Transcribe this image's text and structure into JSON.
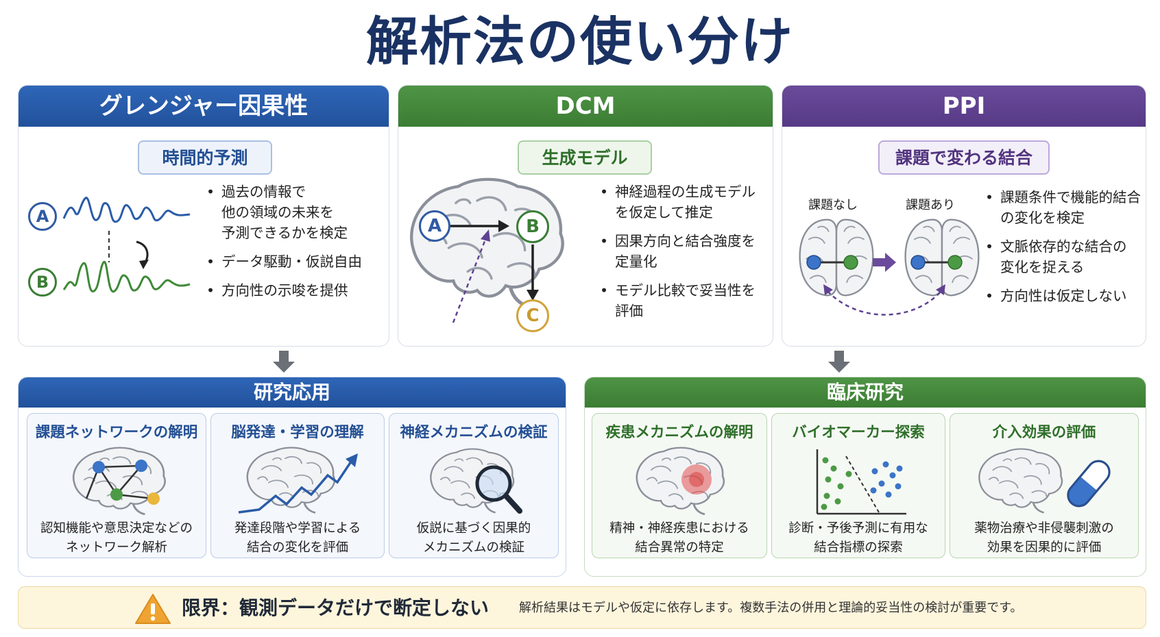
{
  "title": "解析法の使い分け",
  "colors": {
    "blue": "#2a5ca8",
    "green": "#42883a",
    "purple": "#5f4290",
    "navy": "#1a3263"
  },
  "methods": [
    {
      "name": "グレンジャー因果性",
      "subtitle": "時間的予測",
      "nodes": [
        "A",
        "B"
      ],
      "bullets": [
        "過去の情報で\n他の領域の未来を\n予測できるかを検定",
        "データ駆動・仮説自由",
        "方向性の示唆を提供"
      ]
    },
    {
      "name": "DCM",
      "subtitle": "生成モデル",
      "nodes": [
        "A",
        "B",
        "C"
      ],
      "bullets": [
        "神経過程の生成モデル\nを仮定して推定",
        "因果方向と結合強度を\n定量化",
        "モデル比較で妥当性を\n評価"
      ]
    },
    {
      "name": "PPI",
      "subtitle": "課題で変わる結合",
      "labels": [
        "課題なし",
        "課題あり"
      ],
      "bullets": [
        "課題条件で機能的結合\nの変化を検定",
        "文脈依存的な結合の\n変化を捉える",
        "方向性は仮定しない"
      ]
    }
  ],
  "research": {
    "title": "研究応用",
    "cards": [
      {
        "title": "課題ネットワークの解明",
        "desc": "認知機能や意思決定などの\nネットワーク解析"
      },
      {
        "title": "脳発達・学習の理解",
        "desc": "発達段階や学習による\n結合の変化を評価"
      },
      {
        "title": "神経メカニズムの検証",
        "desc": "仮説に基づく因果的\nメカニズムの検証"
      }
    ]
  },
  "clinical": {
    "title": "臨床研究",
    "cards": [
      {
        "title": "疾患メカニズムの解明",
        "desc": "精神・神経疾患における\n結合異常の特定"
      },
      {
        "title": "バイオマーカー探索",
        "desc": "診断・予後予測に有用な\n結合指標の探索"
      },
      {
        "title": "介入効果の評価",
        "desc": "薬物治療や非侵襲刺激の\n効果を因果的に評価"
      }
    ]
  },
  "limit": {
    "icon": "warning-icon",
    "title": "限界：観測データだけで断定しない",
    "text": "解析結果はモデルや仮定に依存します。複数手法の併用と理論的妥当性の検討が重要です。"
  }
}
